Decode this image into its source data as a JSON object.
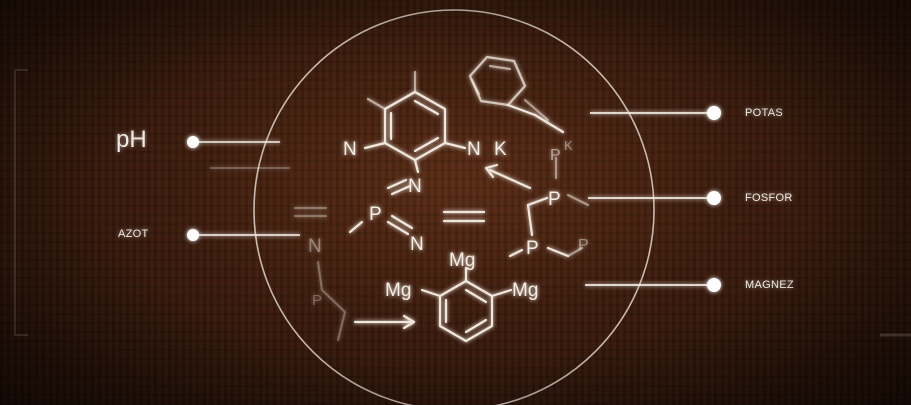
{
  "labels": {
    "ph": "pH",
    "azot": "AZOT",
    "potas": "POTAS",
    "fosfor": "FOSFOR",
    "magnez": "MAGNEZ"
  },
  "atoms": {
    "n": "N",
    "k": "K",
    "p": "P",
    "mg": "Mg"
  },
  "colors": {
    "line": "#f3ede6",
    "glow": "#ffffff",
    "background": "#3a1b0c"
  }
}
